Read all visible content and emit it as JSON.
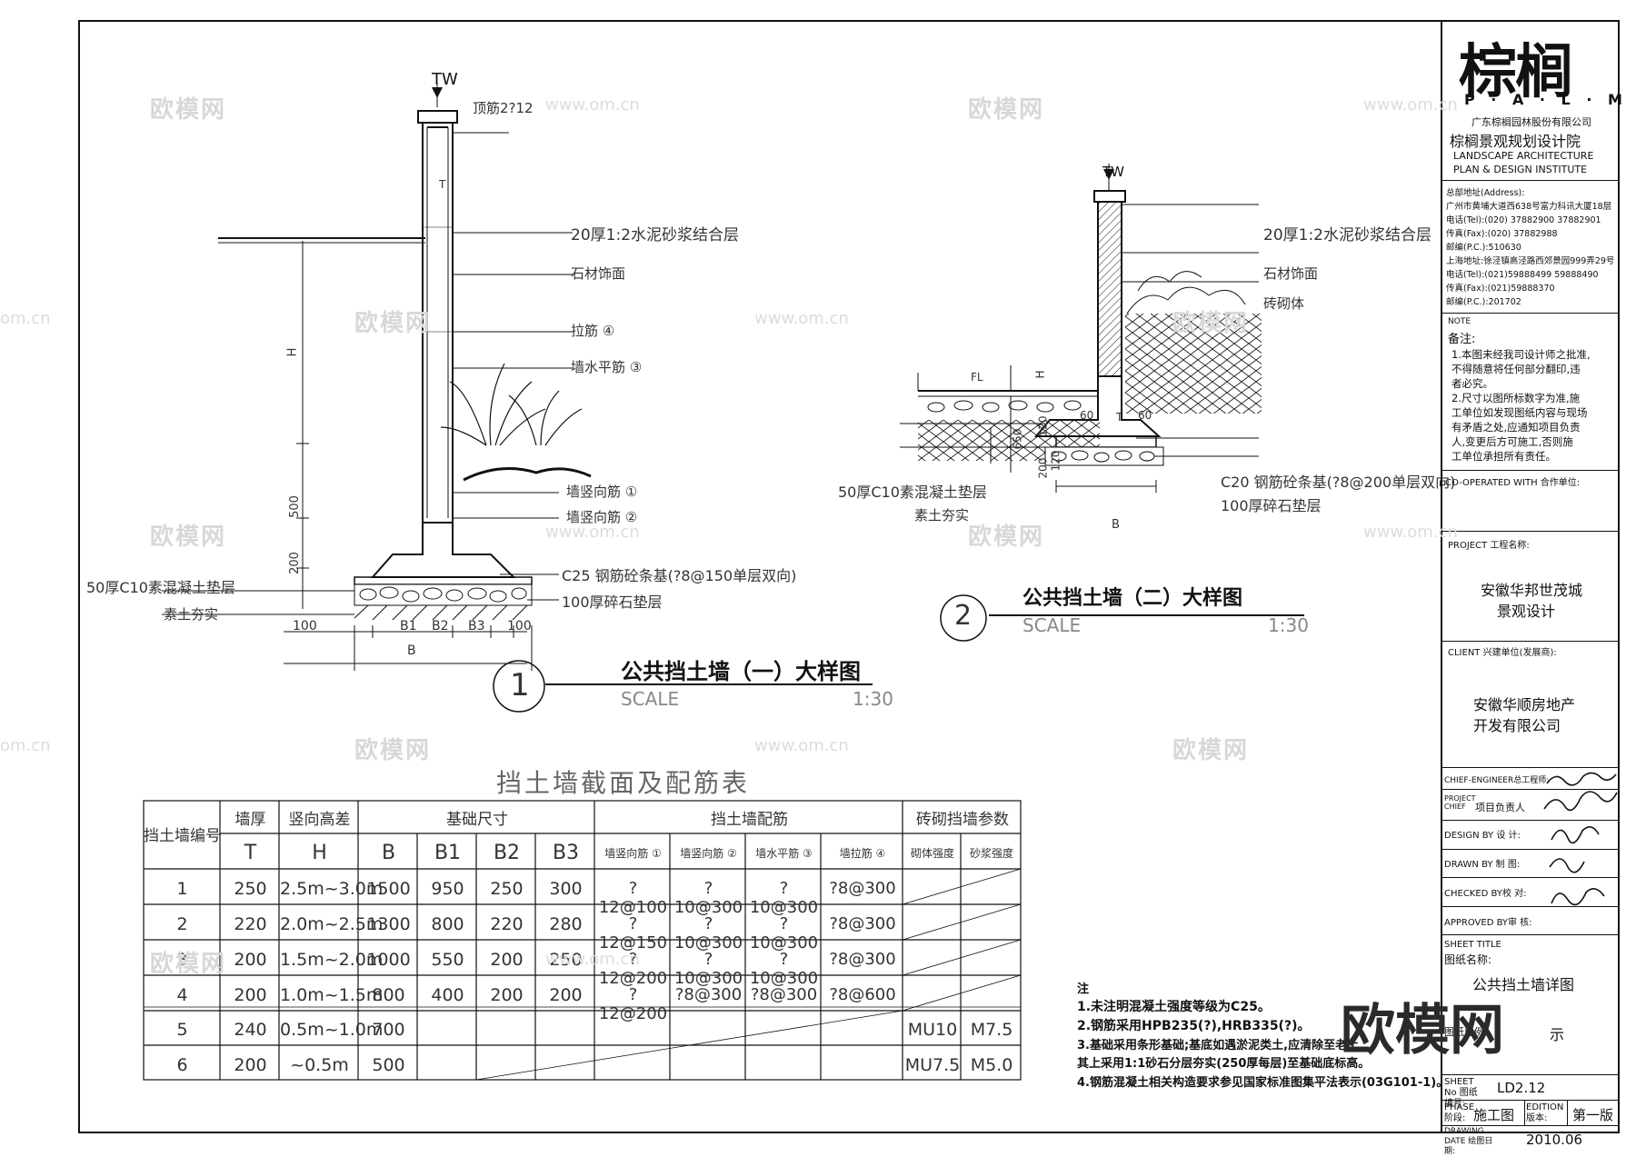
{
  "watermarks": {
    "brand": "欧模网",
    "url": "www.om.cn",
    "url_short": "om.cn",
    "big": "欧模网"
  },
  "detail1": {
    "tw": "TW",
    "callouts": [
      "顶筋2?12",
      "20厚1:2水泥砂浆结合层",
      "石材饰面",
      "拉筋 ④",
      "墙水平筋 ③",
      "墙竖向筋 ①",
      "墙竖向筋 ②",
      "C25 钢筋砼条基(?8@150单层双向)",
      "100厚碎石垫层"
    ],
    "left_labels": [
      "50厚C10素混凝土垫层",
      "素土夯实"
    ],
    "dims": [
      "H",
      "500",
      "200",
      "T",
      "100",
      "B1",
      "B2",
      "B3",
      "100",
      "B"
    ],
    "number": "1",
    "title": "公共挡土墙（一）大样图",
    "scale_label": "SCALE",
    "scale": "1:30"
  },
  "detail2": {
    "tw": "TW",
    "callouts": [
      "20厚1:2水泥砂浆结合层",
      "石材饰面",
      "砖砌体",
      "C20 钢筋砼条基(?8@200单层双向)",
      "100厚碎石垫层"
    ],
    "left_labels": [
      "50厚C10素混凝土垫层",
      "素土夯实"
    ],
    "dims": [
      "FL",
      "H",
      "60",
      "T",
      "60",
      "650",
      "120",
      "120",
      "200",
      "150",
      "B"
    ],
    "number": "2",
    "title": "公共挡土墙（二）大样图",
    "scale_label": "SCALE",
    "scale": "1:30"
  },
  "table": {
    "title": "挡土墙截面及配筋表",
    "group_headers": [
      "挡土墙编号",
      "墙厚",
      "竖向高差",
      "基础尺寸",
      "挡土墙配筋",
      "砖砌挡墙参数"
    ],
    "sub_headers": [
      "T",
      "H",
      "B",
      "B1",
      "B2",
      "B3",
      "墙竖向筋 ①",
      "墙竖向筋 ②",
      "墙水平筋 ③",
      "墙拉筋 ④",
      "砌体强度",
      "砂浆强度"
    ],
    "rows": [
      [
        "1",
        "250",
        "2.5m~3.0m",
        "1500",
        "950",
        "250",
        "300",
        "?12@100",
        "?10@300",
        "?10@300",
        "?8@300",
        "",
        ""
      ],
      [
        "2",
        "220",
        "2.0m~2.5m",
        "1300",
        "800",
        "220",
        "280",
        "?12@150",
        "?10@300",
        "?10@300",
        "?8@300",
        "",
        ""
      ],
      [
        "3",
        "200",
        "1.5m~2.0m",
        "1000",
        "550",
        "200",
        "250",
        "?12@200",
        "?10@300",
        "?10@300",
        "?8@300",
        "",
        ""
      ],
      [
        "4",
        "200",
        "1.0m~1.5m",
        "800",
        "400",
        "200",
        "200",
        "?12@200",
        "?8@300",
        "?8@300",
        "?8@600",
        "",
        ""
      ],
      [
        "5",
        "240",
        "0.5m~1.0m",
        "700",
        "",
        "",
        "",
        "",
        "",
        "",
        "",
        "MU10",
        "M7.5"
      ],
      [
        "6",
        "200",
        "~0.5m",
        "500",
        "",
        "",
        "",
        "",
        "",
        "",
        "",
        "MU7.5",
        "M5.0"
      ]
    ]
  },
  "notes": {
    "heading": "注",
    "items": [
      "1.未注明混凝土强度等级为C25。",
      "2.钢筋采用HPB235(?),HRB335(?)。",
      "3.基础采用条形基础;基底如遇淤泥类土,应清除至老土,",
      "   其上采用1:1砂石分层夯实(250厚每层)至基础底标高。",
      "4.钢筋混凝土相关构造要求参见国家标准图集平法表示(03G101-1)。"
    ]
  },
  "title_block": {
    "logo": "棕榈",
    "logo_sub": "P · A · L · M",
    "company": "广东棕榈园林股份有限公司",
    "institute": "棕榈景观规划设计院",
    "institute_en1": "LANDSCAPE  ARCHITECTURE",
    "institute_en2": "PLAN & DESIGN INSTITUTE",
    "address_lines": [
      "总部地址(Address):",
      "广州市黄埔大道西638号富力科讯大厦18层",
      "电话(Tel):(020) 37882900 37882901",
      "传真(Fax):(020) 37882988",
      "邮编(P.C.):510630",
      "上海地址:徐泾镇高泾路西郊景园999弄29号",
      "电话(Tel):(021)59888499 59888490",
      "传真(Fax):(021)59888370",
      "邮编(P.C.):201702"
    ],
    "note_label": "NOTE",
    "note_title": "备注:",
    "note_lines": [
      "1.本图未经我司设计师之批准,",
      "  不得随意将任何部分翻印,违",
      "  者必究。",
      "2.尺寸以图所标数字为准,施",
      "  工单位如发现图纸内容与现场",
      "  有矛盾之处,应通知项目负责",
      "  人,变更后方可施工,否则施",
      "  工单位承担所有责任。"
    ],
    "cooperated": "CO-OPERATED WITH  合作单位:",
    "project_label": "PROJECT 工程名称:",
    "project_name1": "安徽华邦世茂城",
    "project_name2": "景观设计",
    "client_label": "CLIENT 兴建单位(发展商):",
    "client_name1": "安徽华顺房地产",
    "client_name2": "开发有限公司",
    "chief_engineer": "CHIEF-ENGINEER总工程师:",
    "project_chief_en": "PROJECT CHIEF",
    "project_chief_cn": "项目负责人",
    "design_by": "DESIGN BY 设  计:",
    "drawn_by": "DRAWN BY 制  图:",
    "checked_by": "CHECKED BY校  对:",
    "approved_by": "APPROVED BY审  核:",
    "sheet_title_en": "SHEET TITLE",
    "sheet_title_cn": "图纸名称:",
    "sheet_title": "公共挡土墙详图",
    "scale_label": "图纸比例:",
    "scale_value": "示",
    "sheet_no_label": "SHEET No 图纸编号:",
    "sheet_no": "LD2.12",
    "phase_label": "PHASE 阶段:",
    "phase": "施工图",
    "edition_label": "EDITION 版本:",
    "edition": "第一版",
    "drawing_date_label": "DRAWING DATE 绘图日期:",
    "drawing_date": "2010.06"
  }
}
